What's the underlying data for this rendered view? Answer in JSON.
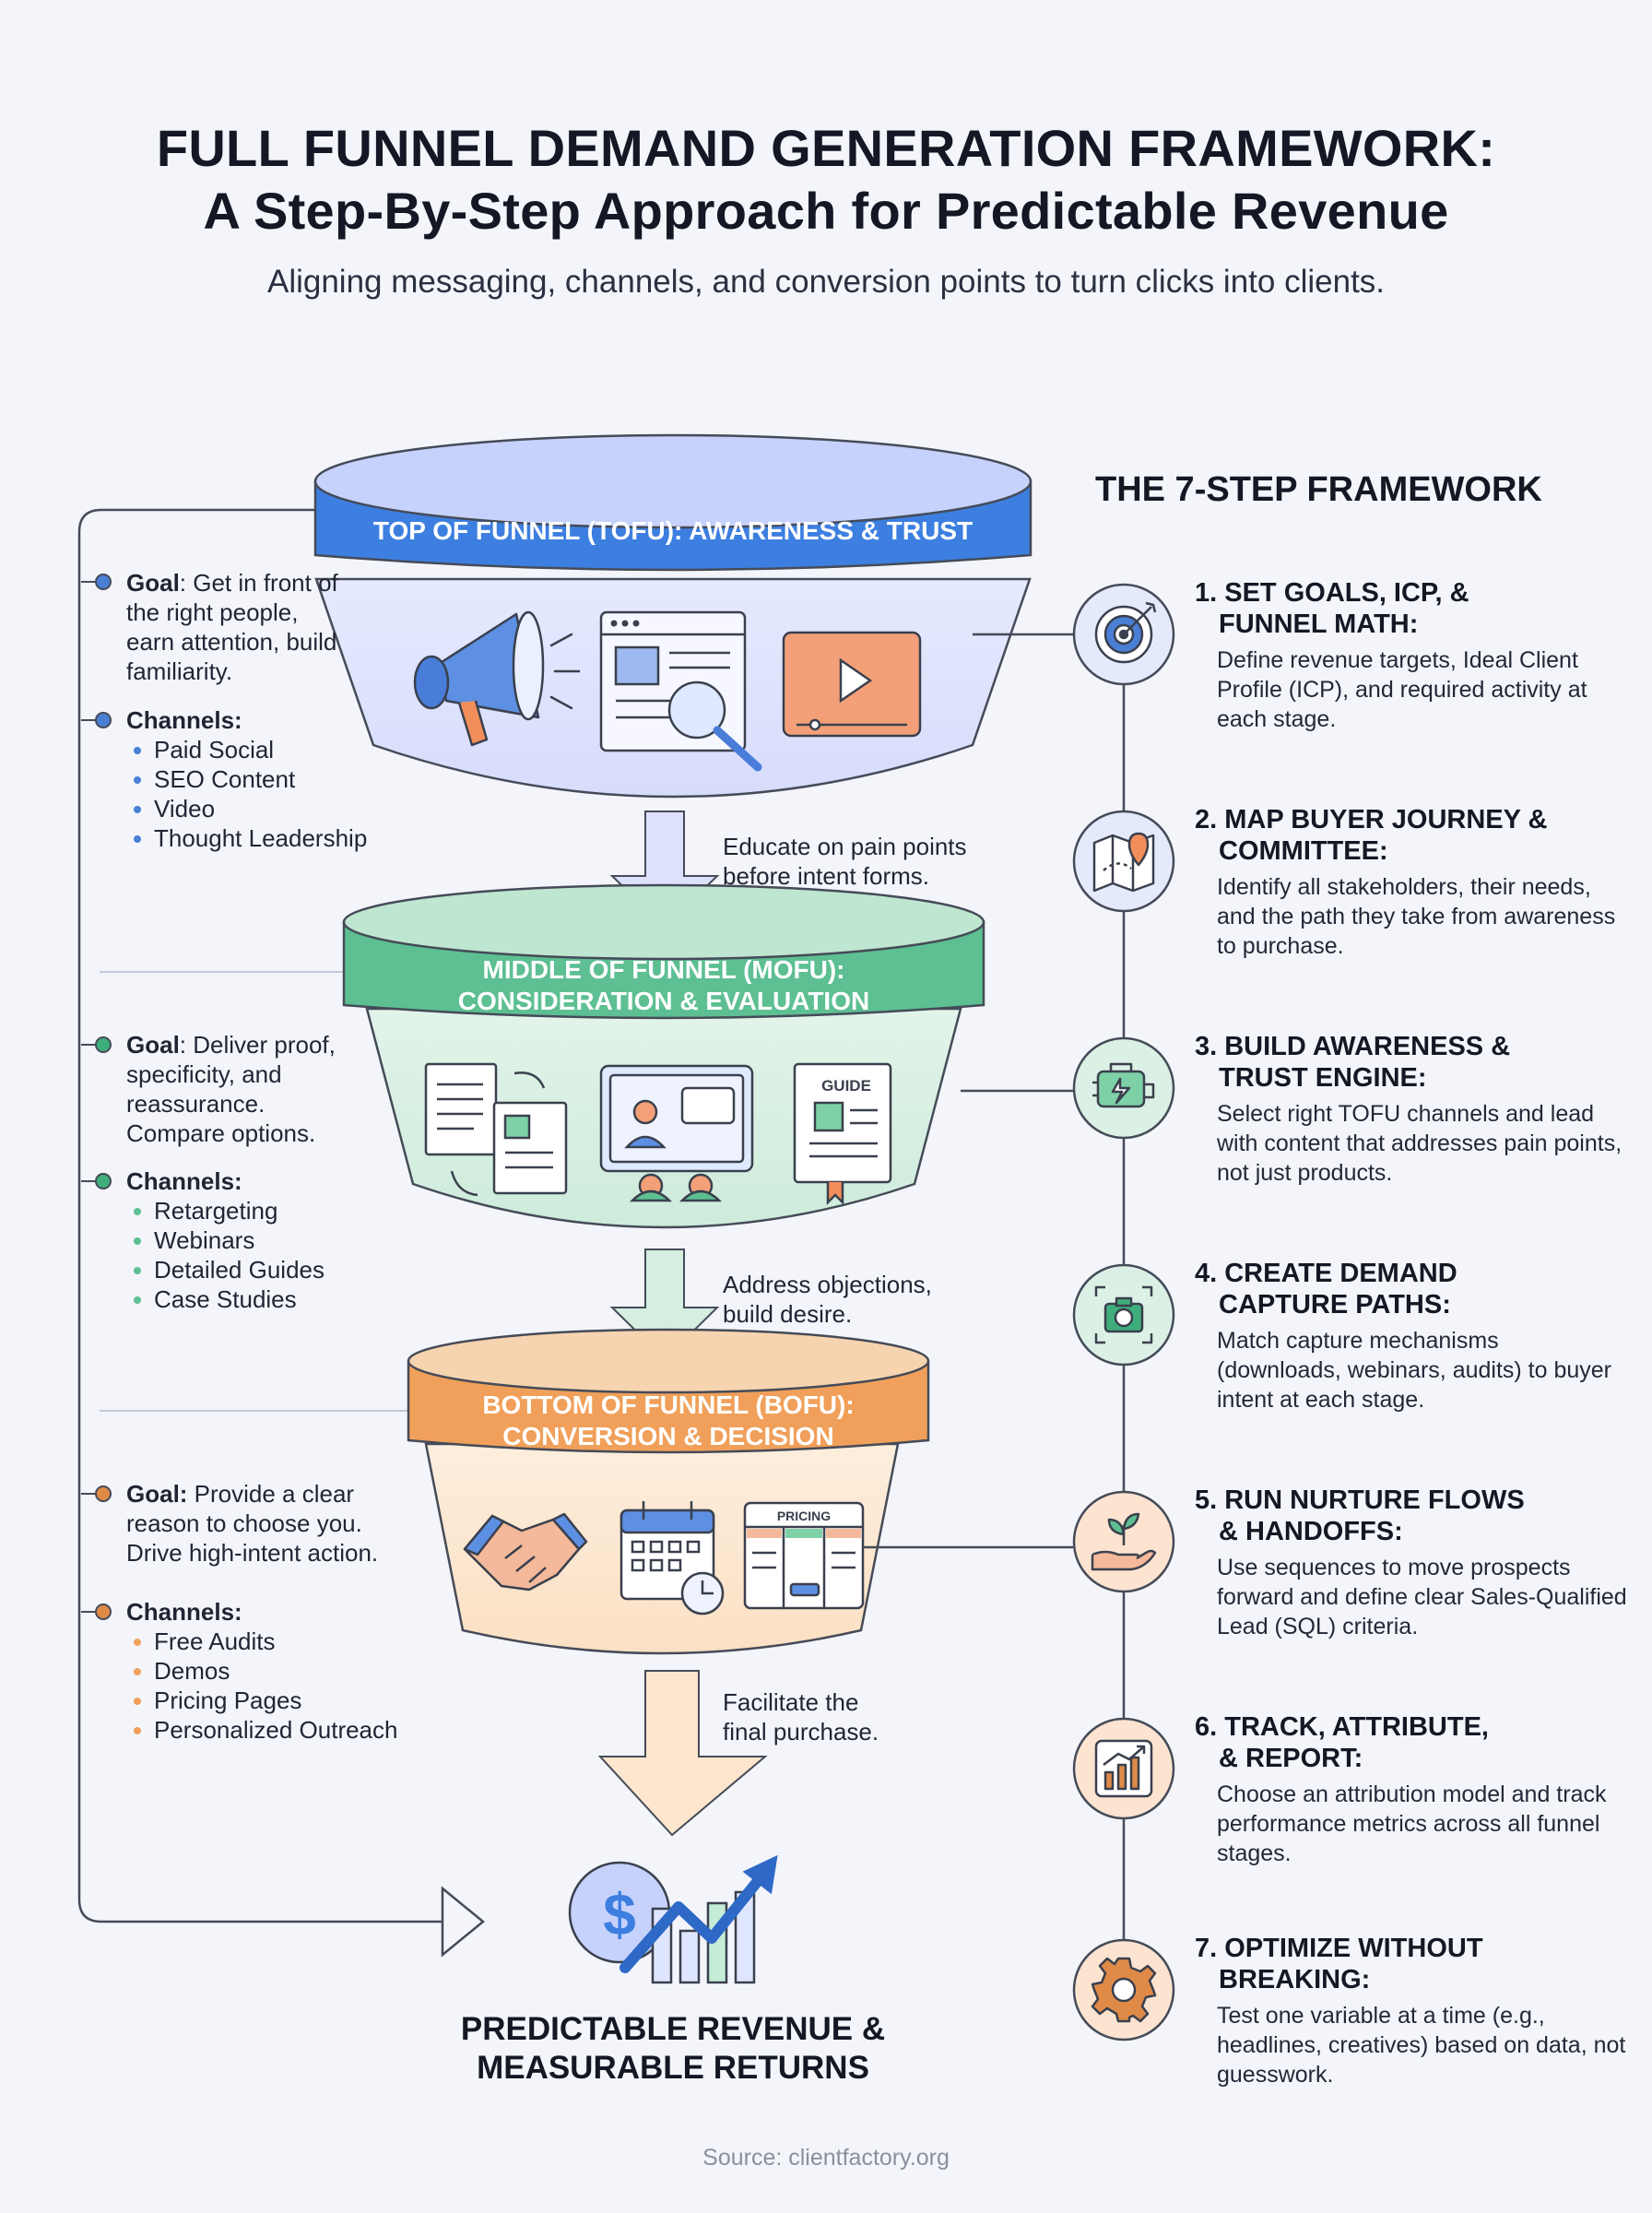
{
  "header": {
    "title_line1": "FULL FUNNEL DEMAND GENERATION FRAMEWORK:",
    "title_line2": "A Step-By-Step Approach for Predictable Revenue",
    "subtitle": "Aligning messaging, channels, and conversion points to turn clicks into clients."
  },
  "funnel": {
    "tofu": {
      "band": "TOP OF FUNNEL (TOFU): AWARENESS & TRUST",
      "goal_label": "Goal",
      "goal_text": ": Get in front of the right people, earn attention, build familiarity.",
      "channels_label": "Channels:",
      "channels": [
        "Paid Social",
        "SEO Content",
        "Video",
        "Thought Leadership"
      ],
      "transition": "Educate on pain points before intent forms.",
      "color": "#3d7fe0"
    },
    "mofu": {
      "band_line1": "MIDDLE OF FUNNEL (MOFU):",
      "band_line2": "CONSIDERATION & EVALUATION",
      "goal_label": "Goal",
      "goal_text": ": Deliver proof, specificity, and reassurance. Compare options.",
      "channels_label": "Channels:",
      "channels": [
        "Retargeting",
        "Webinars",
        "Detailed Guides",
        "Case Studies"
      ],
      "transition": "Address objections, build desire.",
      "color": "#5dbf92",
      "guide_label": "GUIDE"
    },
    "bofu": {
      "band_line1": "BOTTOM OF FUNNEL (BOFU):",
      "band_line2": "CONVERSION & DECISION",
      "goal_label": "Goal:",
      "goal_text": " Provide a clear reason to choose you. Drive high-intent action.",
      "channels_label": "Channels:",
      "channels": [
        "Free Audits",
        "Demos",
        "Pricing Pages",
        "Personalized Outreach"
      ],
      "transition": "Facilitate the final purchase.",
      "color": "#f0a05a",
      "pricing_label": "PRICING"
    },
    "result_line1": "PREDICTABLE REVENUE &",
    "result_line2": "MEASURABLE RETURNS"
  },
  "framework": {
    "title": "THE 7-STEP FRAMEWORK",
    "steps": [
      {
        "l1": "1. SET GOALS, ICP, &",
        "l2": "FUNNEL MATH:",
        "desc": "Define revenue targets, Ideal Client Profile (ICP), and required activity at each stage.",
        "icon": "target-icon",
        "color": "#4a7fd6"
      },
      {
        "l1": "2. MAP BUYER JOURNEY &",
        "l2": "COMMITTEE:",
        "desc": "Identify all stakeholders, their needs, and the path they take from awareness to purchase.",
        "icon": "map-icon",
        "color": "#4a7fd6"
      },
      {
        "l1": "3. BUILD AWARENESS &",
        "l2": "TRUST ENGINE:",
        "desc": "Select right TOFU channels and lead with content that addresses pain points, not just products.",
        "icon": "engine-icon",
        "color": "#3fae7d"
      },
      {
        "l1": "4. CREATE DEMAND",
        "l2": "CAPTURE PATHS:",
        "desc": "Match capture mechanisms (downloads, webinars, audits) to buyer intent at each stage.",
        "icon": "camera-icon",
        "color": "#3fae7d"
      },
      {
        "l1": "5. RUN NURTURE FLOWS",
        "l2": "& HANDOFFS:",
        "desc": "Use sequences to move prospects forward and define clear Sales-Qualified Lead (SQL) criteria.",
        "icon": "nurture-icon",
        "color": "#e08a48"
      },
      {
        "l1": "6. TRACK, ATTRIBUTE,",
        "l2": "& REPORT:",
        "desc": "Choose an attribution model and track performance metrics across all funnel stages.",
        "icon": "chart-icon",
        "color": "#e08a48"
      },
      {
        "l1": "7. OPTIMIZE WITHOUT",
        "l2": "BREAKING:",
        "desc": "Test one variable at a time (e.g., headlines, creatives) based on data, not guesswork.",
        "icon": "gear-icon",
        "color": "#e08a48"
      }
    ]
  },
  "source": "Source: clientfactory.org"
}
